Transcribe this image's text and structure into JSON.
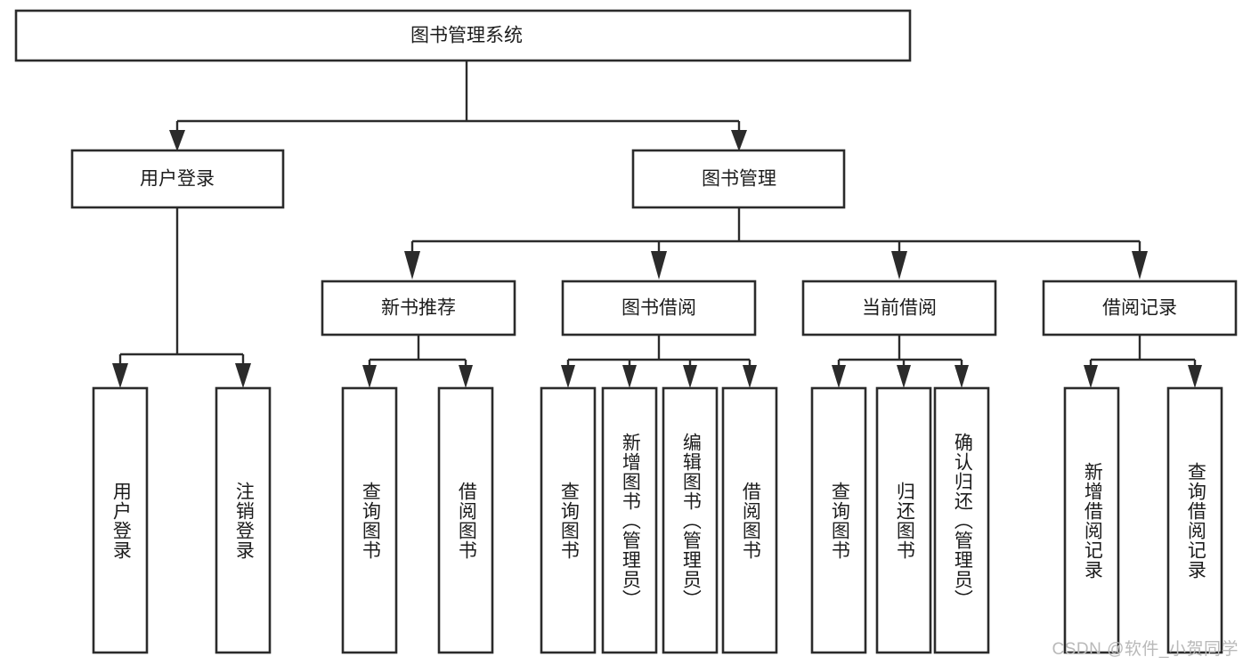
{
  "diagram": {
    "title": "图书管理系统",
    "type": "tree-hierarchy",
    "root": {
      "label": "图书管理系统"
    },
    "level2": [
      {
        "label": "用户登录"
      },
      {
        "label": "图书管理"
      }
    ],
    "level3": [
      {
        "label": "新书推荐"
      },
      {
        "label": "图书借阅"
      },
      {
        "label": "当前借阅"
      },
      {
        "label": "借阅记录"
      }
    ],
    "leaves": {
      "user_login": [
        {
          "label": "用户登录"
        },
        {
          "label": "注销登录"
        }
      ],
      "new_book_recommend": [
        {
          "label": "查询图书"
        },
        {
          "label": "借阅图书"
        }
      ],
      "book_borrow": [
        {
          "label": "查询图书"
        },
        {
          "label": "新增图书（管理员）"
        },
        {
          "label": "编辑图书（管理员）"
        },
        {
          "label": "借阅图书"
        }
      ],
      "current_borrow": [
        {
          "label": "查询图书"
        },
        {
          "label": "归还图书"
        },
        {
          "label": "确认归还（管理员）"
        }
      ],
      "borrow_record": [
        {
          "label": "新增借阅记录"
        },
        {
          "label": "查询借阅记录"
        }
      ]
    }
  },
  "watermark": {
    "text": "CSDN @软件_小贺同学"
  },
  "colors": {
    "box_stroke": "#2b2b2b",
    "box_fill": "#ffffff",
    "text": "#1c1c1c",
    "watermark": "#b9b9b9",
    "background": "#ffffff"
  }
}
